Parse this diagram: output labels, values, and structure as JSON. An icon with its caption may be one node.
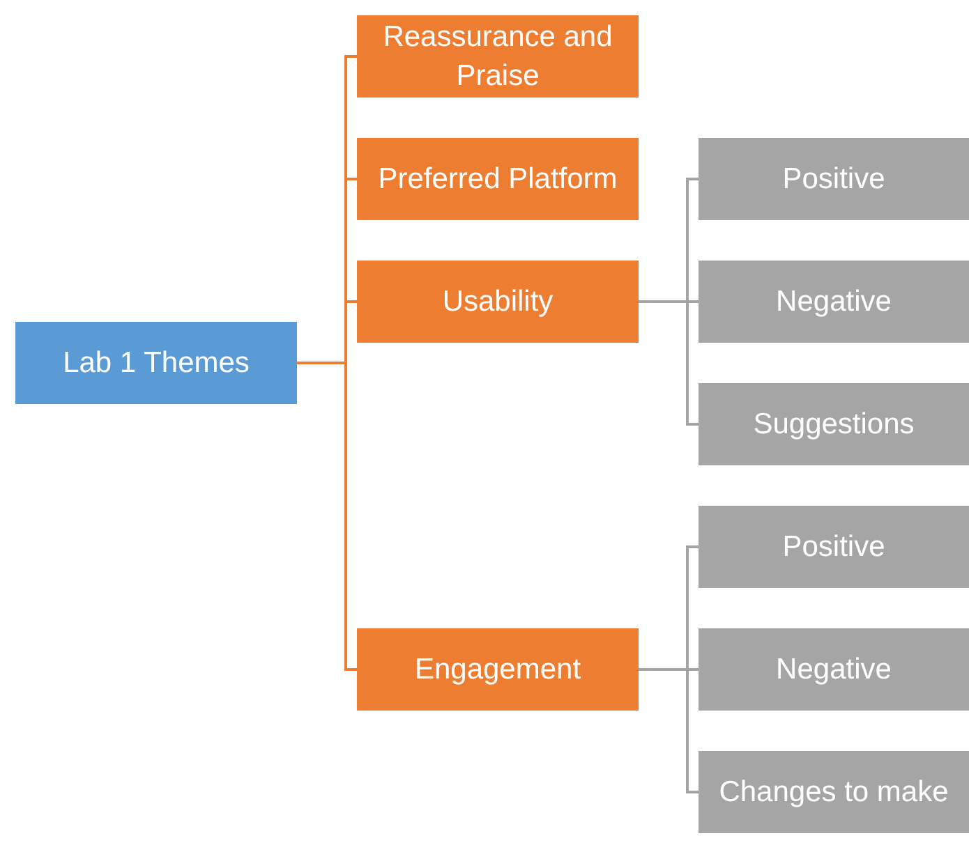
{
  "diagram": {
    "nodes": [
      {
        "text": [
          "Lab 1 Themes"
        ]
      },
      {
        "text": [
          "Reassurance and Praise"
        ]
      },
      {
        "text": [
          "Preferred Platform"
        ]
      },
      {
        "text": [
          "Usability"
        ]
      },
      {
        "text": [
          "Engagement"
        ]
      },
      {
        "text": [
          "Positive"
        ]
      },
      {
        "text": [
          "Negative"
        ]
      },
      {
        "text": [
          "Suggestions"
        ]
      },
      {
        "text": [
          "Positive"
        ]
      },
      {
        "text": [
          "Negative"
        ]
      },
      {
        "text": [
          "Changes to make"
        ]
      }
    ],
    "edges": [
      {
        "from": 0,
        "to": 1,
        "arrow": "none",
        "color": "#ed7d31"
      },
      {
        "from": 0,
        "to": 2,
        "arrow": "none",
        "color": "#ed7d31"
      },
      {
        "from": 0,
        "to": 3,
        "arrow": "none",
        "color": "#ed7d31"
      },
      {
        "from": 0,
        "to": 4,
        "arrow": "none",
        "color": "#ed7d31"
      },
      {
        "from": 3,
        "to": 5,
        "arrow": "none",
        "color": "#a5a5a5"
      },
      {
        "from": 3,
        "to": 6,
        "arrow": "none",
        "color": "#a5a5a5"
      },
      {
        "from": 3,
        "to": 7,
        "arrow": "none",
        "color": "#a5a5a5"
      },
      {
        "from": 4,
        "to": 8,
        "arrow": "none",
        "color": "#a5a5a5"
      },
      {
        "from": 4,
        "to": 9,
        "arrow": "none",
        "color": "#a5a5a5"
      },
      {
        "from": 4,
        "to": 10,
        "arrow": "none",
        "color": "#a5a5a5"
      }
    ]
  }
}
